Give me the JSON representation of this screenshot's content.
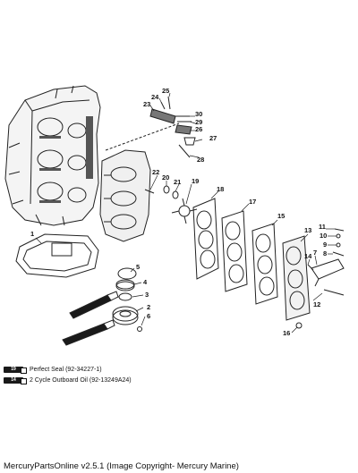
{
  "callouts": [
    "1",
    "2",
    "3",
    "4",
    "5",
    "6",
    "7",
    "8",
    "9",
    "10",
    "11",
    "12",
    "13",
    "14",
    "15",
    "16",
    "17",
    "18",
    "19",
    "20",
    "21",
    "22",
    "23",
    "24",
    "25",
    "26",
    "27",
    "28",
    "29",
    "30"
  ],
  "legend": [
    {
      "tube_number": "19",
      "text": "Perfect Seal (92-34227-1)"
    },
    {
      "tube_number": "14",
      "text": "2 Cycle Outboard Oil (92-13249A24)"
    }
  ],
  "tube_labels": {
    "tube_19": "19",
    "tube_14": "14"
  },
  "footer": "MercuryPartsOnline v2.5.1 (Image Copyright- Mercury Marine)"
}
